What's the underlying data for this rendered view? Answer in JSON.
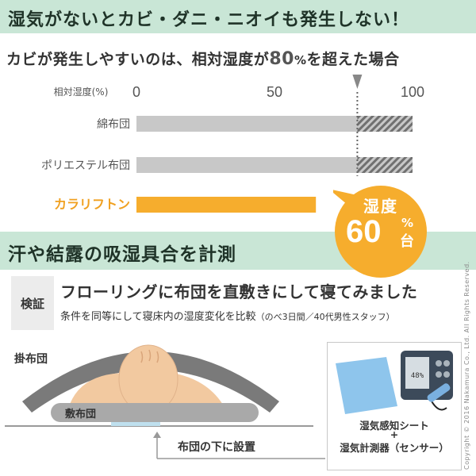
{
  "banners": {
    "top": "湿気がないとカビ・ダニ・ニオイも発生しない！",
    "middle": "汗や結露の吸湿具合を計測"
  },
  "subtitle": {
    "prefix": "カビが発生しやすいのは、相対湿度が",
    "value": "80",
    "unit": "%",
    "suffix": "を超えた場合"
  },
  "colors": {
    "banner": "#c9e6d6",
    "bar_gray": "#c8c8c8",
    "bar_orange": "#f6ad2d",
    "highlight_label": "#f0a020",
    "badge": "#f6ad2d",
    "hatch": "#8a8a8a"
  },
  "chart_data": {
    "type": "bar",
    "orientation": "horizontal",
    "axis_label": "相対湿度(%)",
    "xlim": [
      0,
      100
    ],
    "ticks": [
      0,
      50,
      100
    ],
    "threshold": 80,
    "threshold_marker": "dotted line with downward triangle",
    "categories": [
      "綿布団",
      "ポリエステル布団",
      "カラリフトン"
    ],
    "values": [
      100,
      100,
      65
    ],
    "highlight": "カラリフトン",
    "hatched_above_threshold": true,
    "callout": {
      "line1": "湿度",
      "value": "60",
      "unit": "%",
      "suffix": "台"
    }
  },
  "verify": {
    "label": "検証",
    "title": "フローリングに布団を直敷きにして寝てみました",
    "conditions": "条件を同等にして寝床内の湿度変化を比較",
    "conditions_note": "（のべ3日間／40代男性スタッフ）"
  },
  "scene": {
    "kakebuton": "掛布団",
    "shikibuton": "敷布団",
    "placement": "布団の下に設置",
    "sensor_line1": "湿気感知シート",
    "plus": "+",
    "sensor_line2": "湿気計測器（センサー）",
    "device_readout": "48%"
  },
  "copyright": "Copyright © 2016 Nakamura Co., Ltd. All Rights Reserved."
}
